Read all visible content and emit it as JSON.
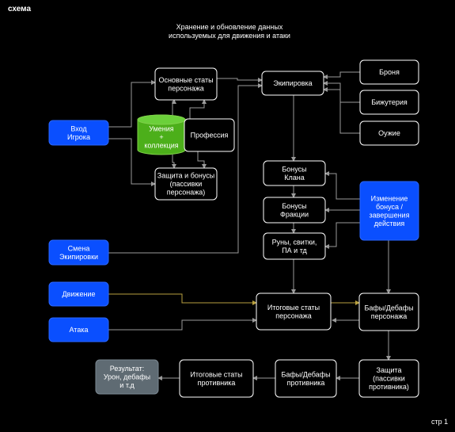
{
  "page": {
    "label": "схема",
    "page_number": "стр 1",
    "title_line1": "Хранение и обновление данных",
    "title_line2": "используемых для движения и атаки"
  },
  "colors": {
    "background": "#000000",
    "node_fill_dark": "#000000",
    "node_border": "#ffffff",
    "node_fill_blue": "#0a4fff",
    "node_fill_green": "#4caf1a",
    "node_fill_gray": "#5f6b73",
    "edge": "#9a9a9a",
    "edge_highlight": "#b8a040"
  },
  "nodes": {
    "base_stats": "Основные статы\nперсонажа",
    "skills": "Умения\n+\nколлекция",
    "profession": "Профессия",
    "protection_bonuses": "Защита и бонусы\n(пассивки\nперсонажа)",
    "player_input": "Вход\nИгрока",
    "equipment": "Экипировка",
    "armor": "Броня",
    "jewelry": "Бижутерия",
    "weapon": "Оужие",
    "clan_bonus": "Бонусы\nКлана",
    "faction_bonus": "Бонусы\nФракции",
    "runes": "Руны, свитки,\nПА и тд",
    "bonus_change": "Изменение\nбонуса /\nзавершения\nдействия",
    "equipment_change": "Смена\nЭкипировки",
    "movement": "Движение",
    "attack": "Атака",
    "final_stats": "Итоговые статы\nперсонажа",
    "buffs_player": "Бафы/Дебафы\nперсонажа",
    "enemy_protection": "Защита\n(пассивки\nпротивника)",
    "buffs_enemy": "Бафы/Дебафы\nпротивника",
    "enemy_final_stats": "Итоговые статы\nпротивника",
    "result": "Результат:\nУрон, дебафы\nи т.д"
  }
}
